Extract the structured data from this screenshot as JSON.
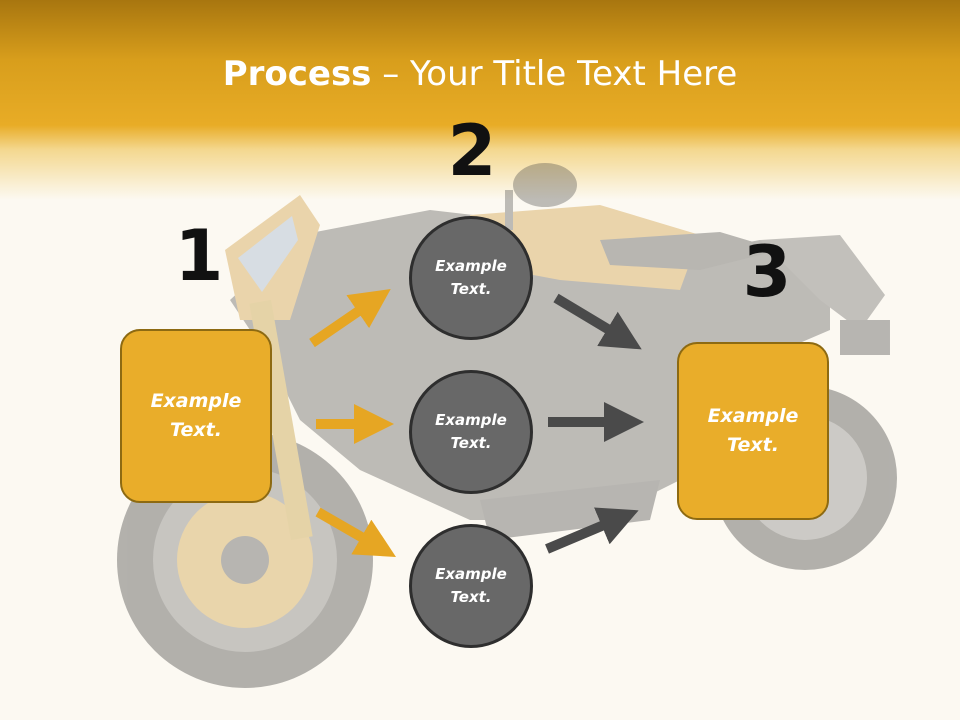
{
  "header": {
    "title_bold": "Process",
    "title_rest": " – Your Title Text Here"
  },
  "steps": {
    "num1": "1",
    "num2": "2",
    "num3": "3"
  },
  "left_box": {
    "text": "Example Text."
  },
  "right_box": {
    "text": "Example Text."
  },
  "circles": [
    {
      "text": "Example Text."
    },
    {
      "text": "Example Text."
    },
    {
      "text": "Example Text."
    }
  ],
  "colors": {
    "accent": "#e9ad2a",
    "box_border": "#8d6a12",
    "circle_fill": "#686868",
    "circle_border": "#2e2e2e",
    "arrow_orange": "#e6a623",
    "arrow_gray": "#4a4a4a",
    "number": "#111111"
  },
  "background_image": "motorcycle"
}
